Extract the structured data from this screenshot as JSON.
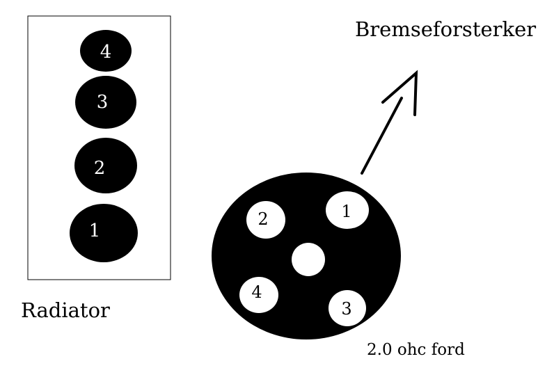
{
  "labels": {
    "radiator": "Radiator",
    "brake_booster": "Bremseforsterker",
    "engine": "2.0 ohc ford"
  },
  "cylinders": [
    "4",
    "3",
    "2",
    "1"
  ],
  "distributor_posts": [
    "2",
    "1",
    "4",
    "3"
  ],
  "colors": {
    "ink": "#000000",
    "paper": "#ffffff"
  }
}
